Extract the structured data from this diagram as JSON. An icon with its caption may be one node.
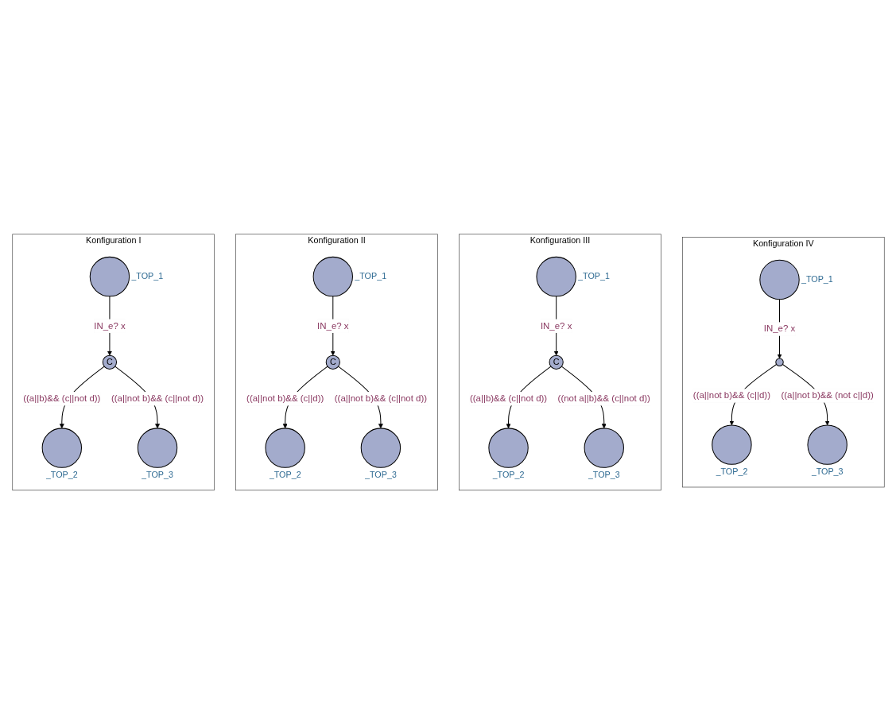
{
  "diagram": {
    "nodes": [
      {
        "text": [
          "Konfiguration I"
        ]
      },
      {
        "text": [],
        "shape": "circle",
        "in": 0,
        "beside": [
          "_TOP_1"
        ]
      },
      {
        "text": [
          "C"
        ],
        "in": 0
      },
      {
        "text": [],
        "shape": "circle",
        "in": 0,
        "beside": [
          "_TOP_2"
        ]
      },
      {
        "text": [],
        "shape": "circle",
        "in": 0,
        "beside": [
          "_TOP_3"
        ]
      },
      {
        "text": [
          "Konfiguration II"
        ]
      },
      {
        "text": [],
        "shape": "circle",
        "in": 5,
        "beside": [
          "_TOP_1"
        ]
      },
      {
        "text": [
          "C"
        ],
        "in": 5
      },
      {
        "text": [],
        "shape": "circle",
        "in": 5,
        "beside": [
          "_TOP_2"
        ]
      },
      {
        "text": [],
        "shape": "circle",
        "in": 5,
        "beside": [
          "_TOP_3"
        ]
      },
      {
        "text": [
          "Konfiguration III"
        ]
      },
      {
        "text": [],
        "shape": "circle",
        "in": 10,
        "beside": [
          "_TOP_1"
        ]
      },
      {
        "text": [
          "C"
        ],
        "in": 10
      },
      {
        "text": [],
        "shape": "circle",
        "in": 10,
        "beside": [
          "_TOP_2"
        ]
      },
      {
        "text": [],
        "shape": "circle",
        "in": 10,
        "beside": [
          "_TOP_3"
        ]
      },
      {
        "text": [
          "Konfiguration IV"
        ]
      },
      {
        "text": [],
        "shape": "circle",
        "in": 15,
        "beside": [
          "_TOP_1"
        ]
      },
      {
        "text": [],
        "shape": "circle",
        "in": 15
      },
      {
        "text": [],
        "shape": "circle",
        "in": 15,
        "beside": [
          "_TOP_2"
        ]
      },
      {
        "text": [],
        "shape": "circle",
        "in": 15,
        "beside": [
          "_TOP_3"
        ]
      }
    ],
    "edges": [
      {
        "from": 1,
        "to": 2,
        "arrow": "to",
        "label": "IN_e? x"
      },
      {
        "from": 2,
        "to": 3,
        "arrow": "to",
        "label": "((a||b)&& (c||not d))"
      },
      {
        "from": 2,
        "to": 4,
        "arrow": "to",
        "label": "((a||not b)&& (c||not d))"
      },
      {
        "from": 6,
        "to": 7,
        "arrow": "to",
        "label": "IN_e? x"
      },
      {
        "from": 7,
        "to": 8,
        "arrow": "to",
        "label": "((a||not b)&& (c||d))"
      },
      {
        "from": 7,
        "to": 9,
        "arrow": "to",
        "label": "((a||not b)&& (c||not d))"
      },
      {
        "from": 11,
        "to": 12,
        "arrow": "to",
        "label": "IN_e? x"
      },
      {
        "from": 12,
        "to": 13,
        "arrow": "to",
        "label": "((a||b)&& (c||not d))"
      },
      {
        "from": 12,
        "to": 14,
        "arrow": "to",
        "label": "((not a||b)&& (c||not d))"
      },
      {
        "from": 16,
        "to": 17,
        "arrow": "to",
        "label": "IN_e? x"
      },
      {
        "from": 17,
        "to": 18,
        "arrow": "to",
        "label": "((a||not b)&& (c||d))"
      },
      {
        "from": 17,
        "to": 19,
        "arrow": "to",
        "label": "((a||not b)&& (not c||d))"
      }
    ]
  }
}
